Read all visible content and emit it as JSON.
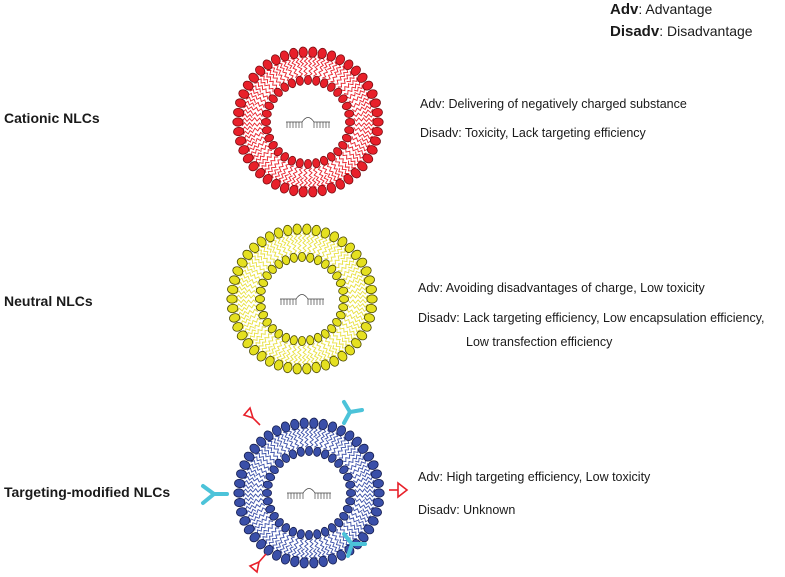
{
  "legend": [
    {
      "abbr": "Adv",
      "meaning": ": Advantage"
    },
    {
      "abbr": "Disadv",
      "meaning": ": Disadvantage"
    }
  ],
  "types": [
    {
      "name": "Cationic NLCs",
      "adv": "Adv: Delivering of negatively charged substance",
      "disadv": "Disadv: Toxicity, Lack targeting efficiency",
      "disadv_cont": "",
      "fill": "#e8202a",
      "stroke": "#7a0b10",
      "tail": "#e8202a"
    },
    {
      "name": "Neutral NLCs",
      "adv": "Adv: Avoiding disadvantages of charge, Low toxicity",
      "disadv": "Disadv: Lack targeting efficiency, Low encapsulation efficiency,",
      "disadv_cont": "Low transfection efficiency",
      "fill": "#e5e020",
      "stroke": "#4a4800",
      "tail": "#e8e040"
    },
    {
      "name": "Targeting-modified NLCs",
      "adv": "Adv: High targeting efficiency, Low toxicity",
      "disadv": "Disadv: Unknown",
      "disadv_cont": "",
      "fill": "#3a4fa8",
      "stroke": "#141c4e",
      "tail": "#3a4fa8",
      "antibody_color": "#4cc3d9",
      "ligand_color": "#e8202a"
    }
  ]
}
